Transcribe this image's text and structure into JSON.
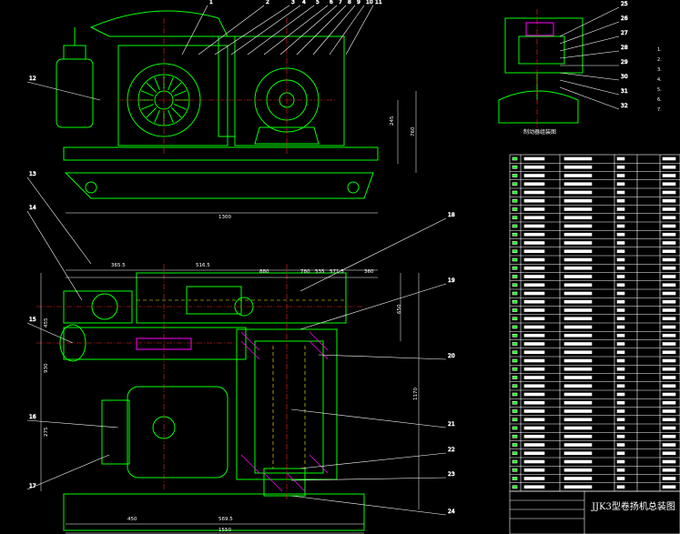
{
  "balloons_top": [
    "1",
    "2",
    "3",
    "4",
    "5",
    "6",
    "7",
    "8",
    "9",
    "10",
    "11"
  ],
  "balloons_detail": [
    "25",
    "26",
    "27",
    "28",
    "29",
    "30",
    "31",
    "32"
  ],
  "balloons_left": [
    "12",
    "13",
    "14",
    "15",
    "16",
    "17"
  ],
  "balloons_right": [
    "18",
    "19",
    "20",
    "21",
    "22",
    "23",
    "24"
  ],
  "dims_top_view": {
    "length": "1300",
    "height": "760",
    "sub_height": "245"
  },
  "dims_plan_view": {
    "top_row": [
      "365.5",
      "516.5",
      "880",
      "780",
      "535",
      "571.5",
      "360"
    ],
    "left_side": [
      "455",
      "930",
      "275"
    ],
    "right_side": [
      "650",
      "1170"
    ],
    "bottom_row": [
      "450",
      "569.5",
      "1550"
    ]
  },
  "detail_caption": "制动器组装图",
  "notes": [
    "1.",
    "2.",
    "3.",
    "4.",
    "5.",
    "6.",
    "7."
  ],
  "title_block": {
    "title": "JJK3型卷扬机总装图"
  },
  "bom_rows": 40,
  "colors": {
    "background": "#000000",
    "outline": "#00ff00",
    "dimension": "#ffffff",
    "leader": "#ffffff",
    "centerline": "#ff2020",
    "hatch": "#ff00ff",
    "hidden": "#ffff00"
  }
}
